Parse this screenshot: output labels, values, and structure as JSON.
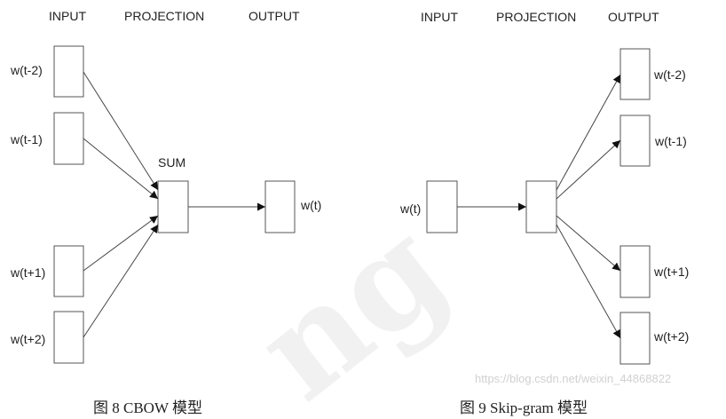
{
  "cbow": {
    "headers": {
      "input": "INPUT",
      "projection": "PROJECTION",
      "output": "OUTPUT"
    },
    "inputs": [
      "w(t-2)",
      "w(t-1)",
      "w(t+1)",
      "w(t+2)"
    ],
    "projection_label": "SUM",
    "output_label": "w(t)",
    "caption": "图 8  CBOW 模型"
  },
  "skipgram": {
    "headers": {
      "input": "INPUT",
      "projection": "PROJECTION",
      "output": "OUTPUT"
    },
    "input_label": "w(t)",
    "outputs": [
      "w(t-2)",
      "w(t-1)",
      "w(t+1)",
      "w(t+2)"
    ],
    "caption": "图 9  Skip-gram 模型"
  },
  "watermark": {
    "text": "ng",
    "url": "https://blog.csdn.net/weixin_44868822"
  }
}
